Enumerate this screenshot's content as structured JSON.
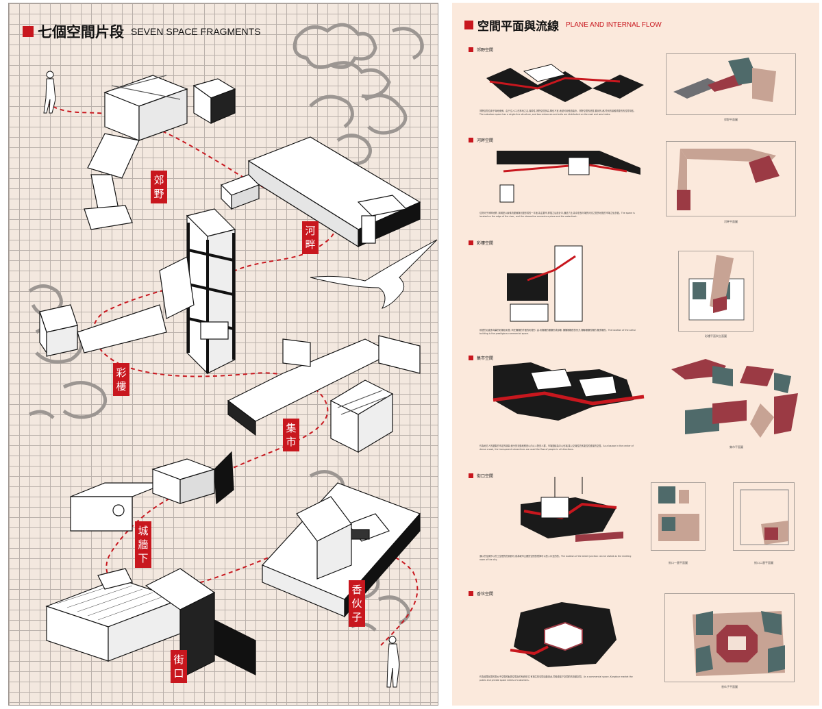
{
  "left": {
    "title_zh": "七個空間片段",
    "title_en": "SEVEN SPACE FRAGMENTS",
    "tags": [
      {
        "chars": [
          "郊",
          "野"
        ]
      },
      {
        "chars": [
          "河",
          "畔"
        ]
      },
      {
        "chars": [
          "彩",
          "樓"
        ]
      },
      {
        "chars": [
          "集",
          "市"
        ]
      },
      {
        "chars": [
          "城",
          "牆",
          "下"
        ]
      },
      {
        "chars": [
          "香",
          "伙",
          "子"
        ]
      },
      {
        "chars": [
          "街",
          "口"
        ]
      }
    ]
  },
  "right": {
    "title_zh": "空間平面與流線",
    "title_en": "PLANE AND INTERNAL FLOW",
    "sections": [
      {
        "name": "郊野空間",
        "text": "郊野空間位置于場地東側。由于位入口,在林地之名,保障性,郊野空間多高,隊伍不宜,地點可用經過曲折。郊野空間的是整,要到的,都,營到的接觸重要的的性質特點。The suburban space has a single-line structure, and two entrances and exits are distributed on the east and west sides.",
        "caption": "郊野平面圖"
      },
      {
        "name": "河畔空間",
        "text": "位則河于河畔地帶, 與城是以兩條流動線與河邊形成的一平面,為主要市,穿插之后設計中,通過了此,為中居長內場的河流之間的地點的市場之後多邊。The space is located on the edge of the river, and the streamline connects a plaza and the waterfront.",
        "caption": "河畔平面圖"
      },
      {
        "name": "彩樓空間",
        "text": "彩樓的沿直多向幕的彩棚及彩樓, 同在棚棚的外圍的彩樓形, 由.彩棚綴的棚棚形成部棚. 棚棚棚棚的的形方,棚聯棚棚的棚的,棚多棚的。The location of the caihui building is the prestigious commercial space.",
        "caption": "彩樓平面與立面圖"
      },
      {
        "name": "集市空間",
        "text": "作為地方人的圍集的市定的構架,使分的流動段應是以內以人對的人群。市場圍繞為中心也場,集以交場性於其能性的連接的空間。As a bazaar in the center of dense crowd, the transparent streamlines are used the flow of people in all directions.",
        "caption": "集市平面圖"
      },
      {
        "name": "街口空間",
        "text": "通以的位置作以的工空間的的景觀可,成為城市主要的空間的發揮可以的入口至的的。The location of the street junction can be visited as the meeting room of the city.",
        "captions": [
          "街口一層平面圖",
          "街口二層平面圖"
        ]
      },
      {
        "name": "香伙空間",
        "text": "作為城里民間的香伙子空間的聚居空間及的系統形式,有場生的空間活動到此,同時連接下空間的的流動空間。As a commercial space, Kangtour market the public and private space needs of customers.",
        "caption": "香伙子平面圖"
      }
    ]
  },
  "colors": {
    "accent": "#c8171e",
    "left_bg": "#f3e8df",
    "right_bg": "#fbe9dc",
    "grid": "#b9b0aa"
  }
}
